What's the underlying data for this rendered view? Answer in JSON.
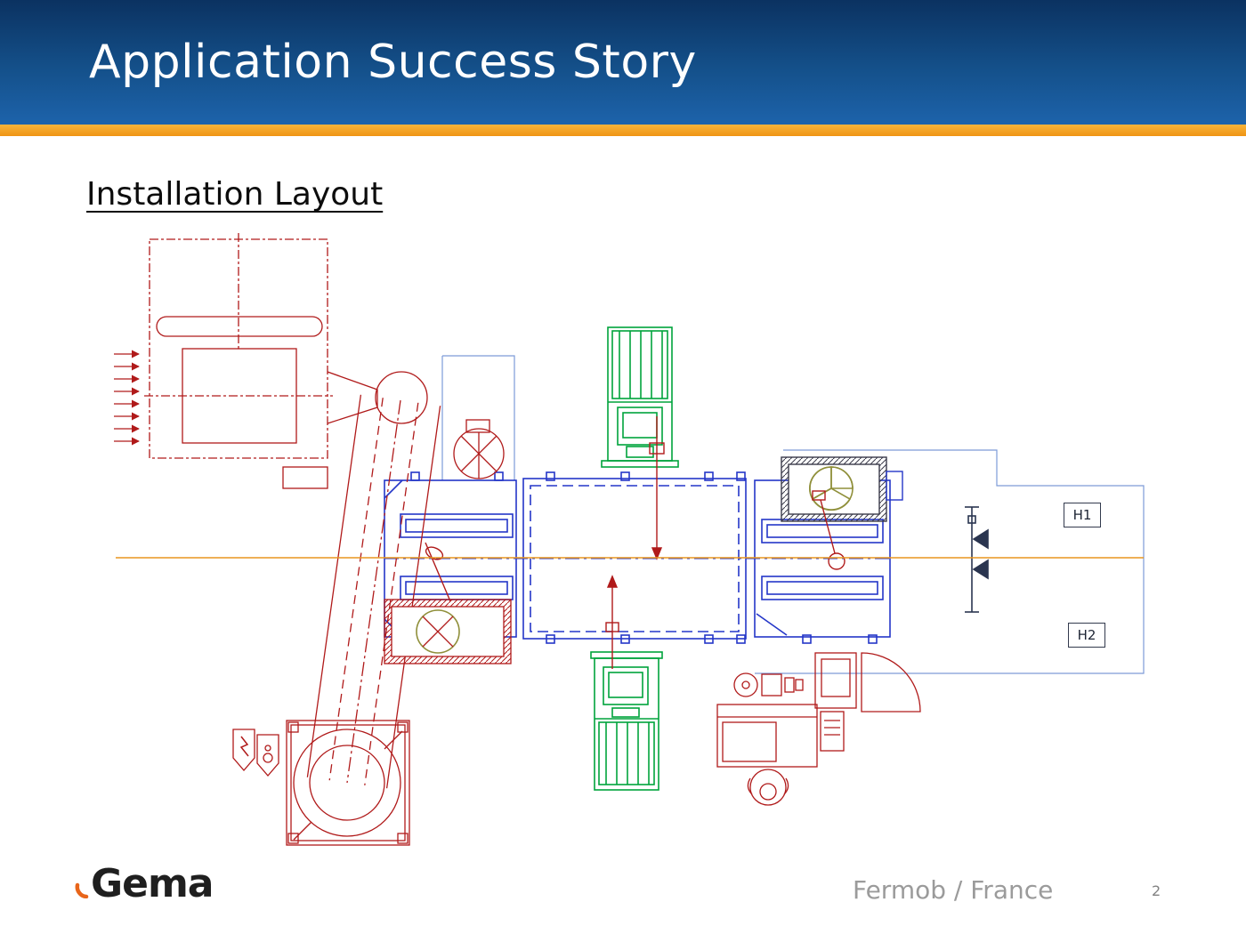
{
  "slide": {
    "title": "Application Success Story",
    "section_heading": "Installation Layout",
    "logo_text": "Gema",
    "footer": {
      "project": "Fermob / France",
      "page_number": "2"
    }
  },
  "diagram": {
    "kind": "powder-coating-installation-layout-cad",
    "labels": {
      "h1": "H1",
      "h2": "H2"
    },
    "icons": {
      "logo_flame": "orange-swoosh"
    },
    "colors": {
      "equipment_red": "#b01a1a",
      "booth_blue": "#2436c8",
      "boundary_blue": "#7d9bd8",
      "powder_unit_green": "#00a33c",
      "fan_olive": "#8f8f3a",
      "centerline_orange": "#e8951e"
    }
  },
  "theme": {
    "header_top": "#0b3261",
    "header_bottom": "#1d63ab",
    "accent_orange": "#f2a024",
    "title_color": "#ffffff",
    "footer_text_color": "#9b9b9b"
  }
}
